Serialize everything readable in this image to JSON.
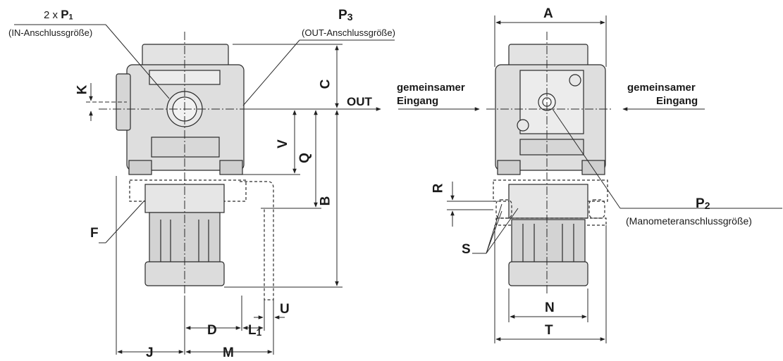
{
  "labels": {
    "p1_count": "2 x",
    "p1": "P",
    "p1_sub": "1",
    "p1_desc": "(IN-Anschlussgröße)",
    "p3": "P",
    "p3_sub": "3",
    "p3_desc": "(OUT-Anschlussgröße)",
    "p2": "P",
    "p2_sub": "2",
    "p2_desc": "(Manometeranschlussgröße)",
    "a": "A",
    "b": "B",
    "c": "C",
    "d": "D",
    "f": "F",
    "j": "J",
    "k": "K",
    "l1": "L",
    "l1_sub": "1",
    "m": "M",
    "n": "N",
    "q": "Q",
    "r": "R",
    "s": "S",
    "t": "T",
    "u": "U",
    "v": "V",
    "out": "OUT",
    "inlet_left_1": "gemeinsamer",
    "inlet_left_2": "Eingang",
    "inlet_right_1": "gemeinsamer",
    "inlet_right_2": "Eingang"
  },
  "colors": {
    "line": "#2a2a2a",
    "body_fill": "#e3e3e3",
    "shade_fill": "#cfcfcf",
    "light_fill": "#f0f0f0"
  }
}
